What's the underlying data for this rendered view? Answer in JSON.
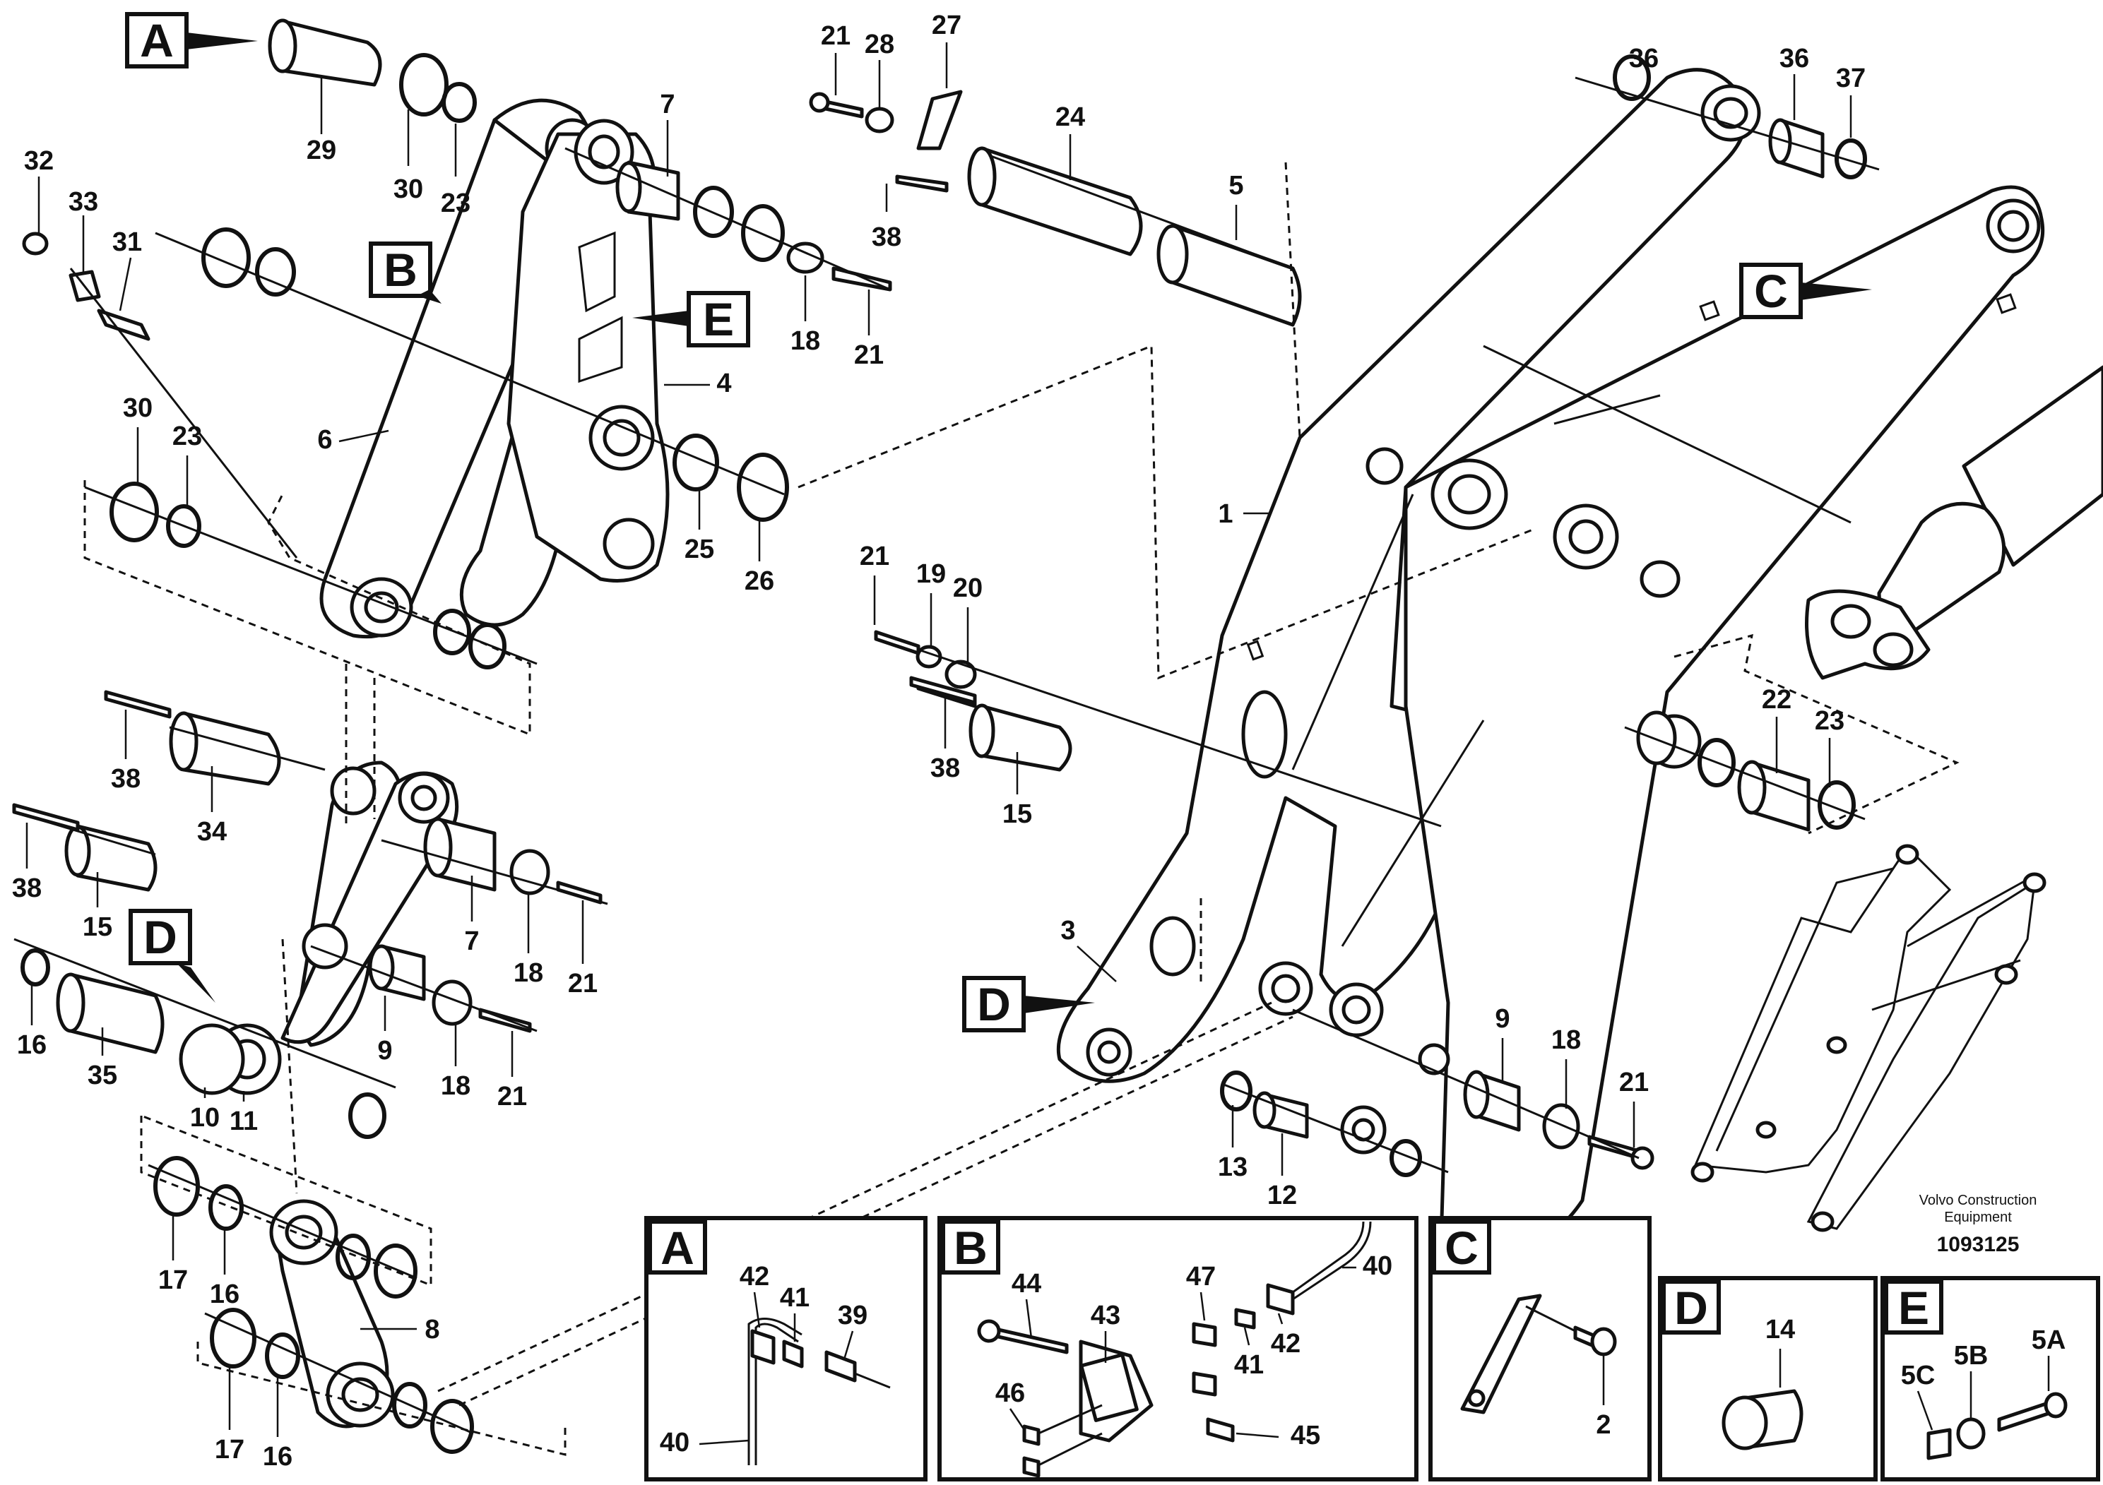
{
  "drawing": {
    "brand_line1": "Volvo Construction",
    "brand_line2": "Equipment",
    "doc_number": "1093125"
  },
  "callouts": {
    "c1": "1",
    "c2": "2",
    "c3": "3",
    "c4": "4",
    "c5": "5",
    "c5A": "5A",
    "c5B": "5B",
    "c5C": "5C",
    "c6": "6",
    "c7": "7",
    "c8": "8",
    "c9": "9",
    "c10": "10",
    "c11": "11",
    "c12": "12",
    "c13": "13",
    "c14": "14",
    "c15": "15",
    "c16": "16",
    "c17": "17",
    "c18": "18",
    "c19": "19",
    "c20": "20",
    "c21": "21",
    "c22": "22",
    "c23": "23",
    "c24": "24",
    "c25": "25",
    "c26": "26",
    "c27": "27",
    "c28": "28",
    "c29": "29",
    "c30": "30",
    "c31": "31",
    "c32": "32",
    "c33": "33",
    "c34": "34",
    "c35": "35",
    "c36": "36",
    "c37": "37",
    "c38": "38",
    "c39": "39",
    "c40": "40",
    "c41": "41",
    "c42": "42",
    "c43": "43",
    "c44": "44",
    "c45": "45",
    "c46": "46",
    "c47": "47"
  },
  "flags": {
    "A": "A",
    "B": "B",
    "C": "C",
    "D": "D",
    "E": "E"
  },
  "insets": {
    "A": "A",
    "B": "B",
    "C": "C",
    "D": "D",
    "E": "E"
  }
}
